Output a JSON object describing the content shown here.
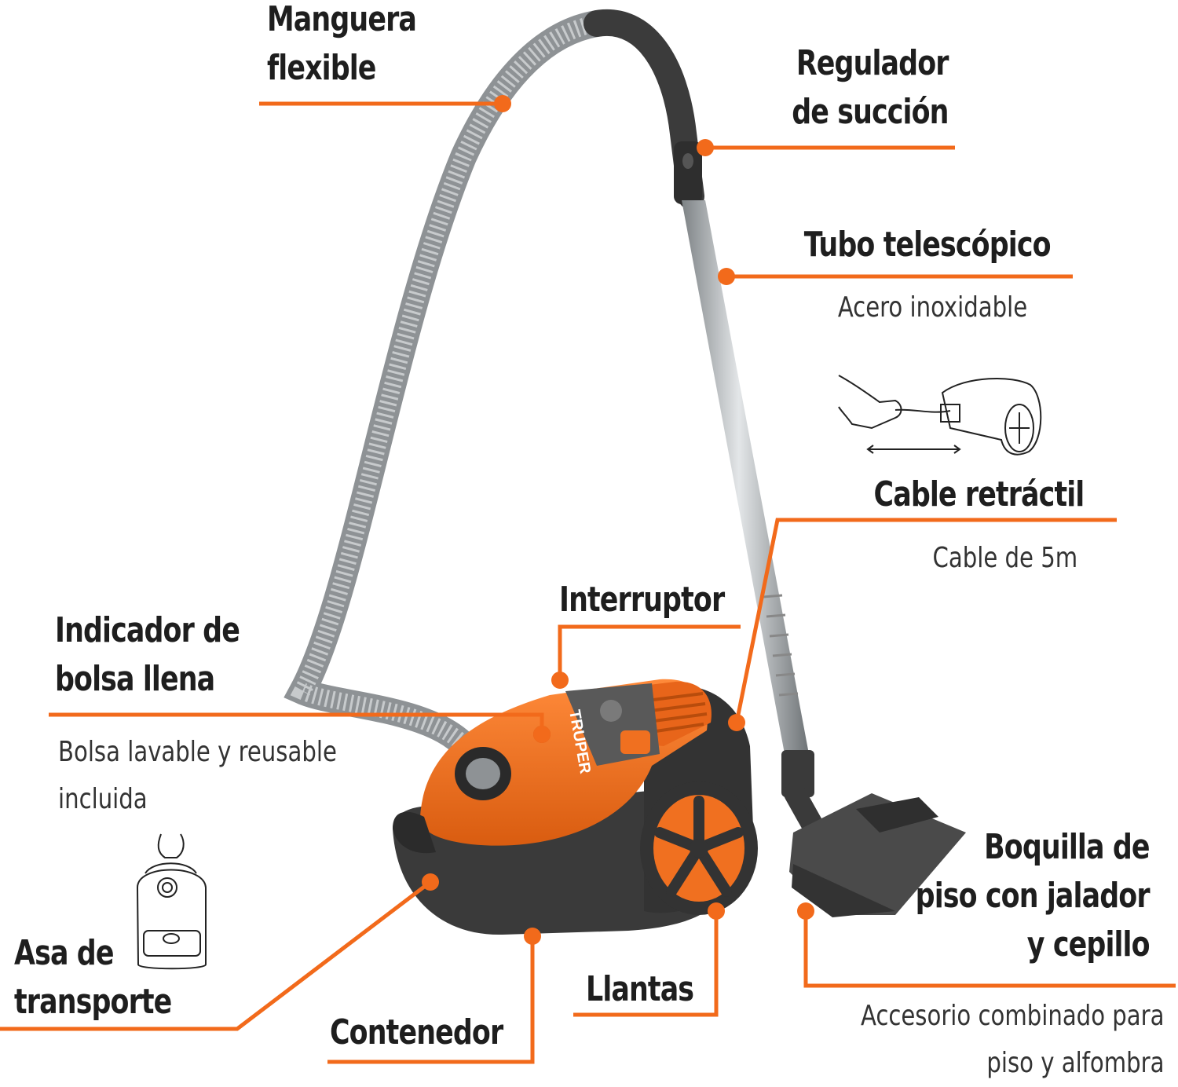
{
  "colors": {
    "leader": "#f26a1b",
    "body_orange": "#f07020",
    "body_dark": "#3c3c3c",
    "hose": "#a8acae",
    "tube": "#bfc3c5",
    "text": "#1e1e1e"
  },
  "labels": {
    "manguera": [
      "Manguera",
      "flexible"
    ],
    "regulador": [
      "Regulador",
      "de succión"
    ],
    "tubo": "Tubo telescópico",
    "tubo_sub": "Acero inoxidable",
    "cable": "Cable retráctil",
    "cable_sub": "Cable de 5m",
    "interruptor": "Interruptor",
    "indicador": [
      "Indicador de",
      "bolsa llena"
    ],
    "indicador_sub": [
      "Bolsa lavable y reusable",
      "incluida"
    ],
    "asa": [
      "Asa de",
      "transporte"
    ],
    "contenedor": "Contenedor",
    "llantas": "Llantas",
    "boquilla": [
      "Boquilla de",
      "piso con jalador",
      "y cepillo"
    ],
    "boquilla_sub": [
      "Accesorio combinado para",
      "piso y alfombra"
    ]
  },
  "product": {
    "brand": "TRUPER"
  },
  "icons": {
    "cable_pull": "hand-pulling-cable-icon",
    "carry": "hand-carrying-vacuum-icon"
  }
}
